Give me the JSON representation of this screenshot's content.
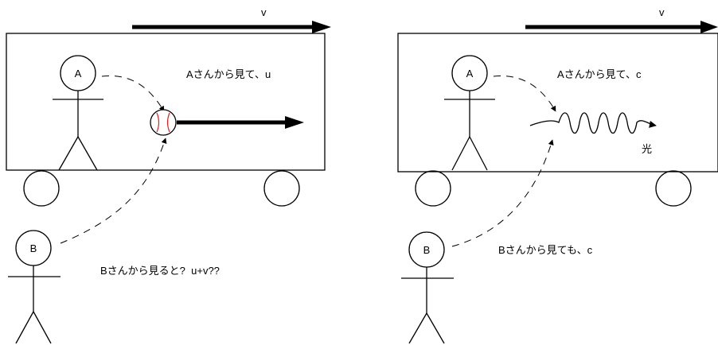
{
  "colors": {
    "line": "#000000",
    "ball_seam": "#e02020",
    "background": "#ffffff"
  },
  "left_panel": {
    "velocity_label": "v",
    "observer_a": "A",
    "observer_b": "B",
    "a_says": "Aさんから見て、u",
    "b_says": "Bさんから見ると?  u+v??",
    "moving_object": "ball-icon"
  },
  "right_panel": {
    "velocity_label": "v",
    "observer_a": "A",
    "observer_b": "B",
    "a_says": "Aさんから見て、c",
    "b_says": "Bさんから見ても、c",
    "wave_label": "光",
    "moving_object": "light-wave-icon"
  }
}
